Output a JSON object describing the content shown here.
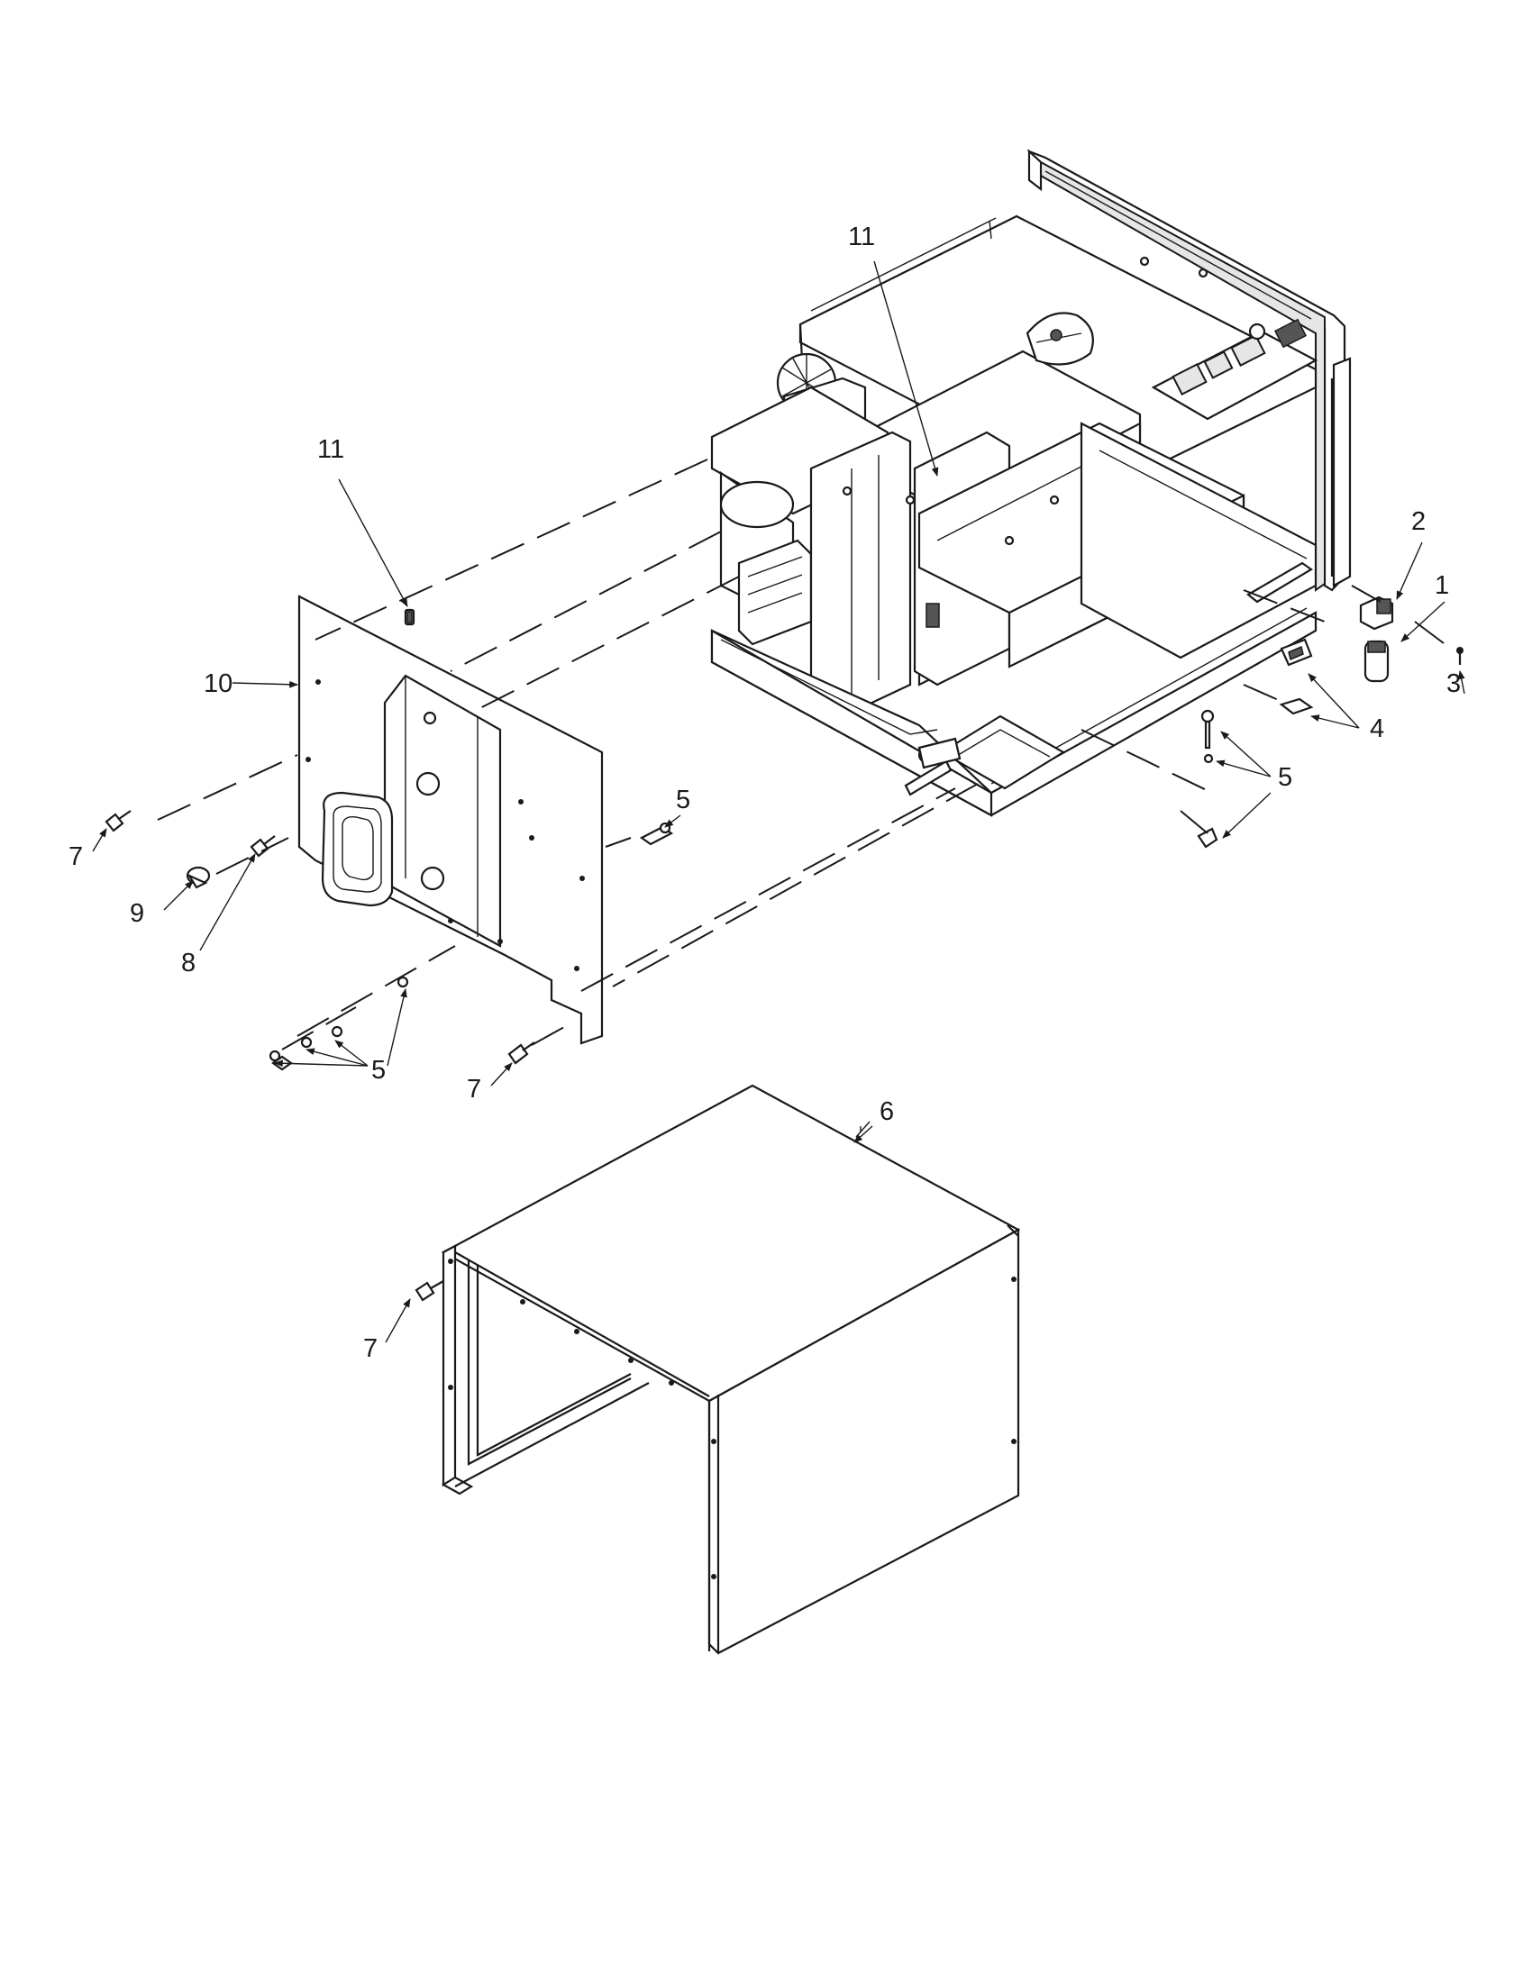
{
  "callouts": {
    "c1": "1",
    "c2": "2",
    "c3": "3",
    "c4": "4",
    "c5a": "5",
    "c5b": "5",
    "c5c": "5",
    "c6": "6",
    "c7a": "7",
    "c7b": "7",
    "c7c": "7",
    "c8": "8",
    "c9": "9",
    "c10": "10",
    "c11a": "11",
    "c11b": "11"
  },
  "parts": {
    "p1": "harness-connector-icon",
    "p2": "elbow-fitting-icon",
    "p3": "screw-icon",
    "p4": "foot-pad-icon",
    "p5": "nut-washer-icon",
    "p6": "outer-wrapper-icon",
    "p7": "screw-icon",
    "p8": "screw-icon",
    "p9": "plug-button-icon",
    "p10": "back-panel-icon",
    "p11": "clip-icon"
  },
  "colors": {
    "line": "#1a1a1a",
    "fill": "#ffffff",
    "shade": "#e6e6e6"
  }
}
